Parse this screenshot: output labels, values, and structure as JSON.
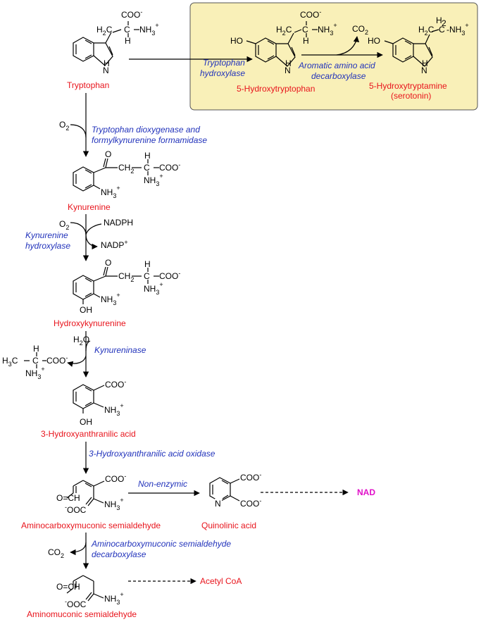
{
  "serotonin_box": {
    "fill": "#f9f0b8",
    "border": "#555555"
  },
  "compounds": {
    "tryptophan": "Tryptophan",
    "hydroxytryptophan": "5-Hydroxytryptophan",
    "serotonin_line1": "5-Hydroxytryptamine",
    "serotonin_line2": "(serotonin)",
    "kynurenine": "Kynurenine",
    "hydroxykynurenine": "Hydroxykynurenine",
    "hydroxyanthranilic": "3-Hydroxyanthranilic acid",
    "aminocarboxymuconic": "Aminocarboxymuconic semialdehyde",
    "quinolinic": "Quinolinic acid",
    "aminomuconic": "Aminomuconic semialdehyde",
    "acetyl_coa": "Acetyl CoA",
    "nad": "NAD"
  },
  "enzymes": {
    "trp_hydroxylase_1": "Tryptophan",
    "trp_hydroxylase_2": "hydroxylase",
    "aadc_1": "Aromatic amino acid",
    "aadc_2": "decarboxylase",
    "tdo_1": "Tryptophan dioxygenase and",
    "tdo_2": "formylkynurenine formamidase",
    "kyn_hydroxylase_1": "Kynurenine",
    "kyn_hydroxylase_2": "hydroxylase",
    "kynureninase": "Kynureninase",
    "haao": "3-Hydroxyanthranilic acid oxidase",
    "non_enzymic": "Non-enzymic",
    "acmsd_1": "Aminocarboxymuconic semialdehyde",
    "acmsd_2": "decarboxylase"
  },
  "cofactors": {
    "o2_a": "O",
    "o2_b": "O",
    "nadph": "NADPH",
    "nadp": "NADP",
    "h2o": "H",
    "co2_top": "CO",
    "co2_bottom": "CO"
  },
  "colors": {
    "compound_label": "#e8141c",
    "enzyme_label": "#2233bb",
    "nad_label": "#e00fc8"
  }
}
